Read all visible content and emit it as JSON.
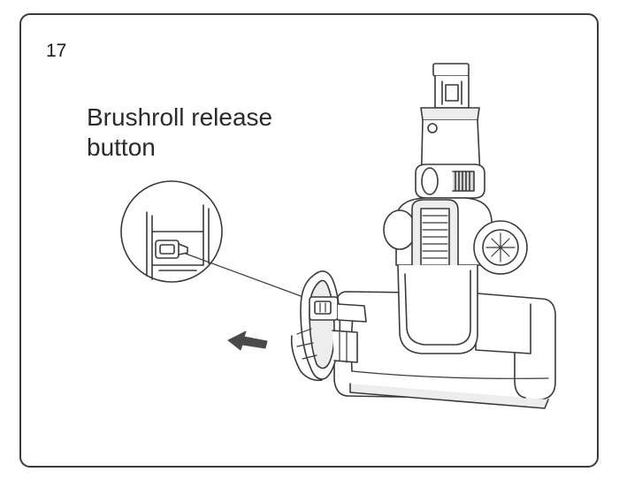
{
  "step": {
    "number": "17"
  },
  "callout": {
    "line1": "Brushroll release",
    "line2": "button"
  },
  "colors": {
    "stroke": "#3a3a3a",
    "fill_light": "#ededed",
    "fill_mid": "#d9d9d9",
    "arrow": "#4a4a4a"
  }
}
